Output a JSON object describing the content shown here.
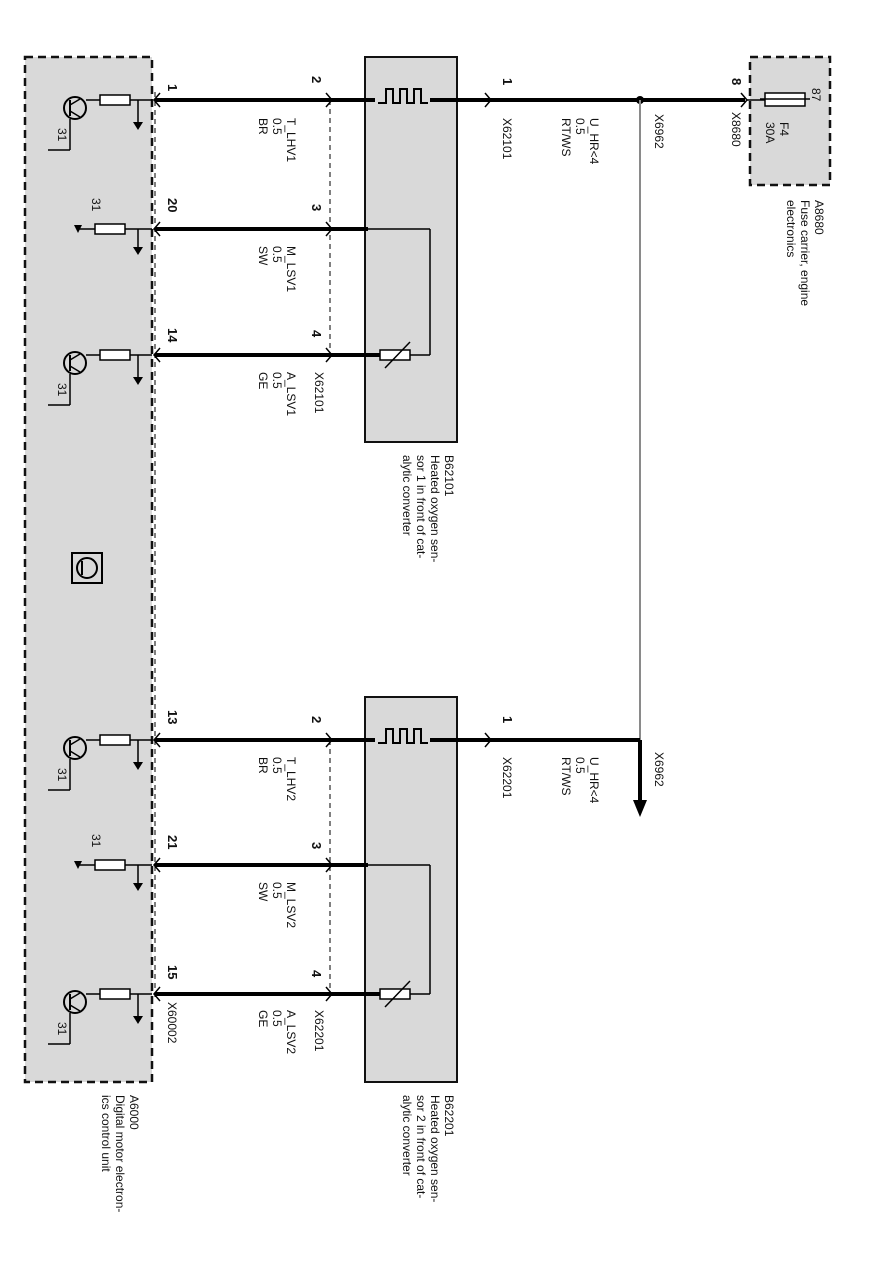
{
  "components": {
    "ecu": {
      "id": "A6000",
      "name": "Digital motor electron-|ics control unit",
      "connector": "X60002"
    },
    "sensor1": {
      "id": "B62101",
      "name": "Heated oxygen sen-|sor 1 in front of cat-|alytic converter",
      "connector": "X62101"
    },
    "sensor2": {
      "id": "B62201",
      "name": "Heated oxygen sen-|sor 2 in front of cat-|alytic converter",
      "connector": "X62201"
    },
    "fuse_carrier": {
      "id": "A8680",
      "name": "Fuse carrier, engine|electronics",
      "connector": "X8680",
      "pin": "8",
      "fuse": "F4",
      "rating": "30A",
      "terminal": "87"
    }
  },
  "ground_label": "31",
  "splice": {
    "label": "X6962",
    "arrow_label": "X6962"
  },
  "power_wires": [
    {
      "pin": "1",
      "signal": "U_HR<4",
      "size": "0.5",
      "color": "RT/WS",
      "connector": "X62101"
    },
    {
      "pin": "1",
      "signal": "U_HR<4",
      "size": "0.5",
      "color": "RT/WS",
      "connector": "X62201"
    }
  ],
  "ecu_wires": [
    {
      "ecu_pin": "1",
      "sensor_pin": "2",
      "signal": "T_LHV1",
      "size": "0.5",
      "color": "BR",
      "connector": ""
    },
    {
      "ecu_pin": "20",
      "sensor_pin": "3",
      "signal": "M_LSV1",
      "size": "0.5",
      "color": "SW",
      "connector": ""
    },
    {
      "ecu_pin": "14",
      "sensor_pin": "4",
      "signal": "A_LSV1",
      "size": "0.5",
      "color": "GE",
      "connector": "X62101"
    },
    {
      "ecu_pin": "13",
      "sensor_pin": "2",
      "signal": "T_LHV2",
      "size": "0.5",
      "color": "BR",
      "connector": ""
    },
    {
      "ecu_pin": "21",
      "sensor_pin": "3",
      "signal": "M_LSV2",
      "size": "0.5",
      "color": "SW",
      "connector": ""
    },
    {
      "ecu_pin": "15",
      "sensor_pin": "4",
      "signal": "A_LSV2",
      "size": "0.5",
      "color": "GE",
      "connector": "X62201"
    }
  ],
  "colors": {
    "box_fill": "#d9d9d9",
    "line": "#000000",
    "splice_line": "#8a8a8a"
  }
}
